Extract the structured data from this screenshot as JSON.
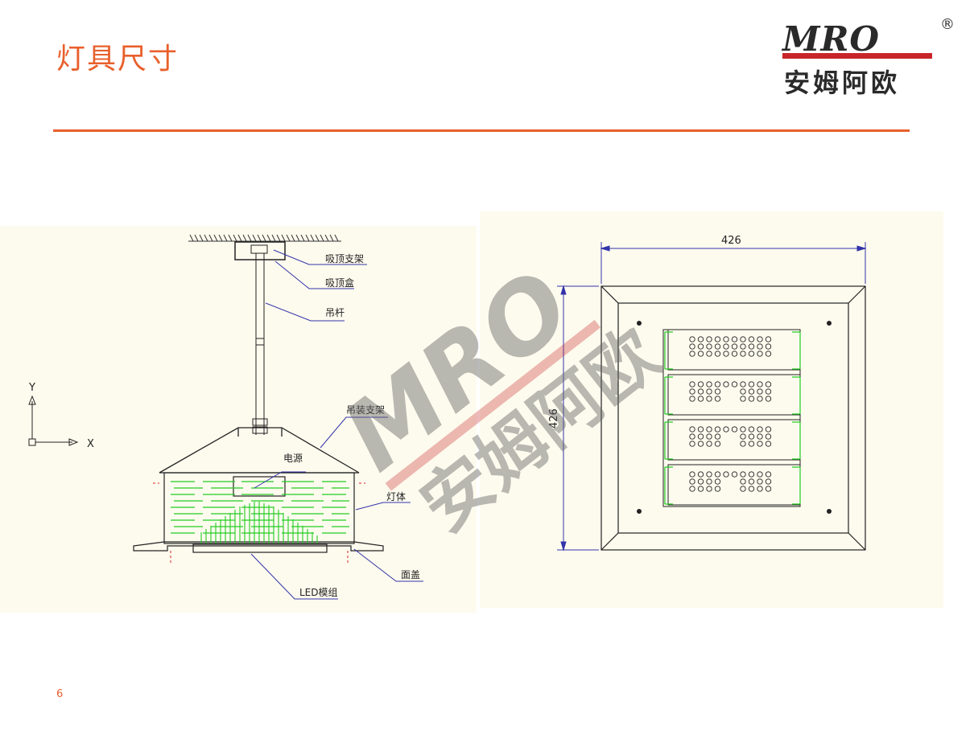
{
  "slide": {
    "title": "灯具尺寸",
    "page_number": "6"
  },
  "logo": {
    "brand": "MRO",
    "registered": "®",
    "chinese": "安姆阿欧",
    "accent_color": "#c8252a",
    "text_color": "#2a2a2a"
  },
  "accent_color": "#e8602c",
  "side_view": {
    "labels": {
      "ceiling_bracket": "吸顶支架",
      "ceiling_box": "吸顶盒",
      "rod": "吊杆",
      "hanging_bracket": "吊装支架",
      "power": "电源",
      "body": "灯体",
      "cover": "面盖",
      "led_module": "LED模组"
    },
    "axis": {
      "y": "Y",
      "x": "X"
    },
    "line_color": "#3333aa",
    "fin_color": "#22cc22"
  },
  "top_view": {
    "width_dim": "426",
    "height_dim": "426",
    "module_count": 4
  },
  "watermark": {
    "brand": "MRO",
    "chinese": "安姆阿欧"
  }
}
